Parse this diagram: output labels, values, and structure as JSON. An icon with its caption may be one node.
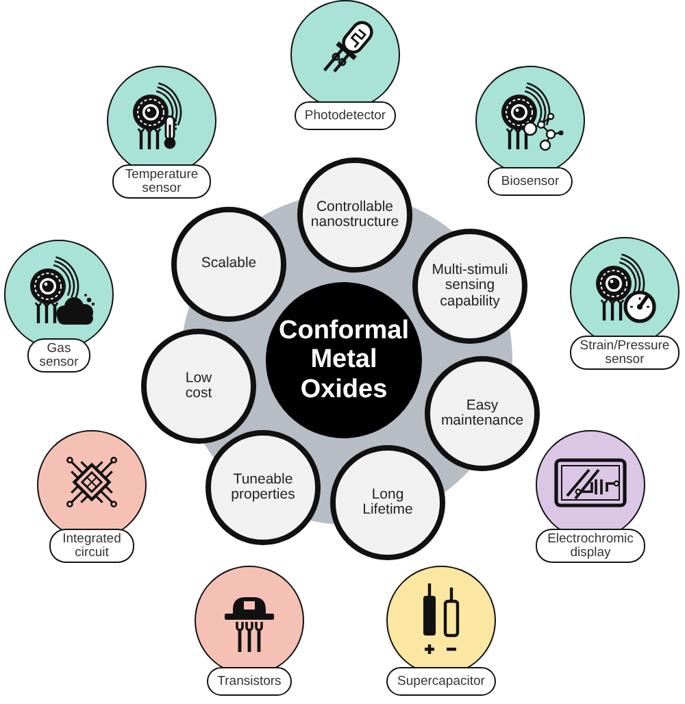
{
  "diagram": {
    "nodes": [
      {
        "text": [
          "Conformal Metal Oxides"
        ]
      },
      {
        "text": [
          "Controllable nanostructure"
        ]
      },
      {
        "text": [
          "Multi-stimuli sensing capability"
        ]
      },
      {
        "text": [
          "Easy maintenance"
        ]
      },
      {
        "text": [
          "Long Lifetime"
        ]
      },
      {
        "text": [
          "Tuneable properties"
        ]
      },
      {
        "text": [
          "Low cost"
        ]
      },
      {
        "text": [
          "Scalable"
        ]
      },
      {
        "text": [
          "Photodetector"
        ]
      },
      {
        "text": [
          "Biosensor"
        ]
      },
      {
        "text": [
          "Strain/Pressure sensor"
        ]
      },
      {
        "text": [
          "Electrochromic display"
        ]
      },
      {
        "text": [
          "Supercapacitor"
        ]
      },
      {
        "text": [
          "Transistors"
        ]
      },
      {
        "text": [
          "Integrated circuit"
        ]
      },
      {
        "text": [
          "Gas sensor"
        ]
      },
      {
        "text": [
          "Temperature sensor"
        ]
      }
    ]
  }
}
